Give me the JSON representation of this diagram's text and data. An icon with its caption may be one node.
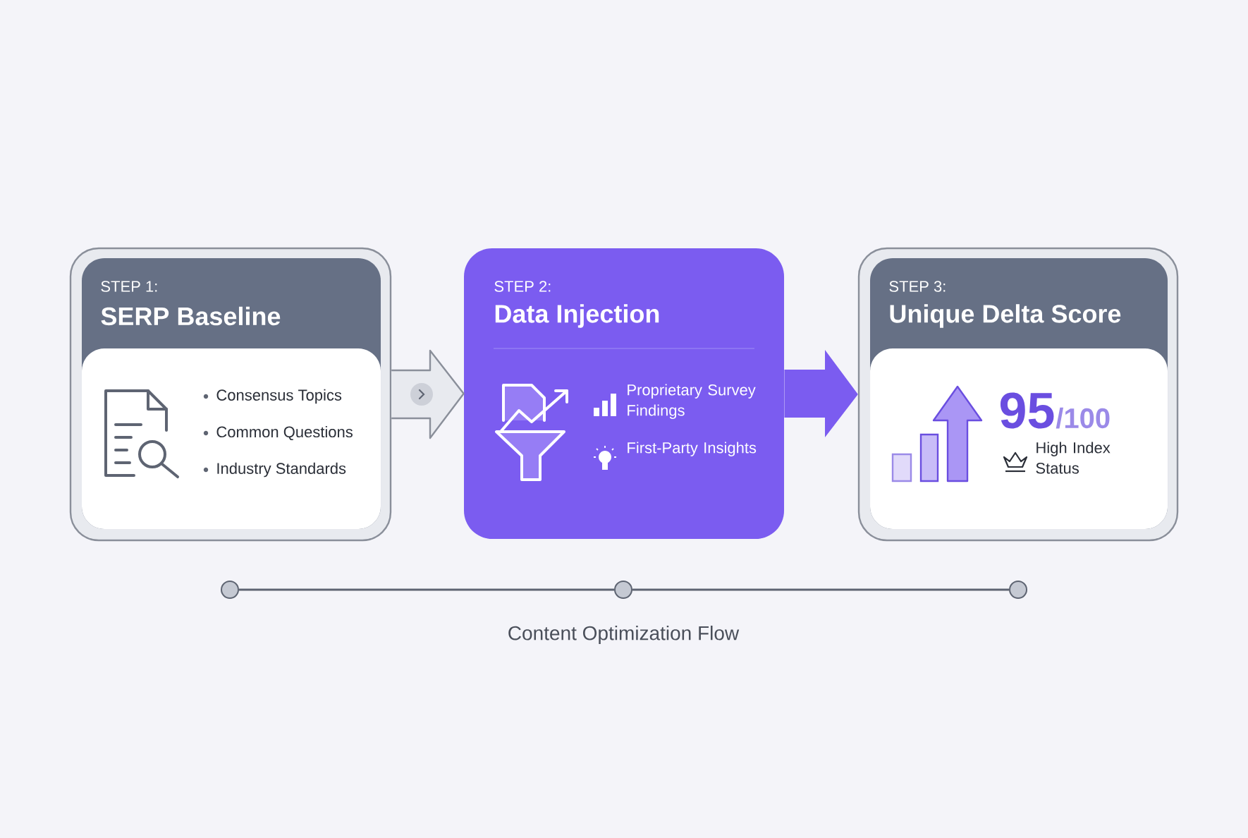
{
  "diagram": {
    "nodes": [
      {
        "text": [
          "STEP 1:",
          "SERP Baseline",
          "Consensus Topics",
          "Common Questions",
          "Industry Standards"
        ]
      },
      {
        "text": [
          "STEP 2:",
          "Data Injection",
          "Proprietary Survey Findings",
          "First-Party Insights"
        ]
      },
      {
        "text": [
          "STEP 3:",
          "Unique Delta Score",
          "95",
          "/100",
          "High Index Status"
        ]
      },
      {
        "text": [],
        "shape": "circle"
      },
      {
        "text": [],
        "shape": "circle"
      },
      {
        "text": [],
        "shape": "circle"
      }
    ],
    "edges": [
      {
        "from": 0,
        "to": 1,
        "arrow": "to"
      },
      {
        "from": 1,
        "to": 2,
        "arrow": "to"
      },
      {
        "from": 3,
        "to": 4,
        "arrow": "none"
      },
      {
        "from": 4,
        "to": 5,
        "arrow": "none"
      }
    ],
    "labels": [
      "Content Optimization Flow"
    ]
  }
}
